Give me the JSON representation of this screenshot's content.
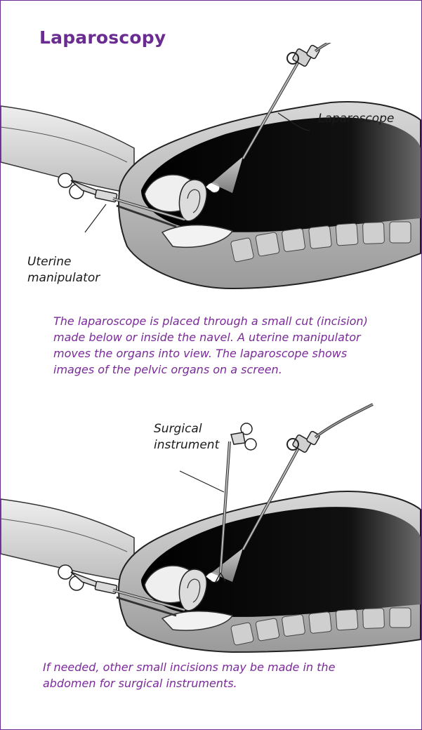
{
  "title": "Laparoscopy",
  "figure1": {
    "labels": {
      "laparoscope": "Laparoscope",
      "uterine_manipulator_line1": "Uterine",
      "uterine_manipulator_line2": "manipulator"
    },
    "caption": [
      "The laparoscope is placed through a small cut (incision)",
      "made below or inside the navel. A uterine manipulator",
      "moves the organs into view. The laparoscope shows",
      "images of the pelvic organs on a screen."
    ]
  },
  "figure2": {
    "labels": {
      "surgical_instrument_line1": "Surgical",
      "surgical_instrument_line2": "instrument"
    },
    "caption": [
      "If needed, other small incisions may be made in the",
      "abdomen for surgical instruments."
    ]
  },
  "colors": {
    "accent": "#6b2c91",
    "caption": "#7a2a99"
  }
}
